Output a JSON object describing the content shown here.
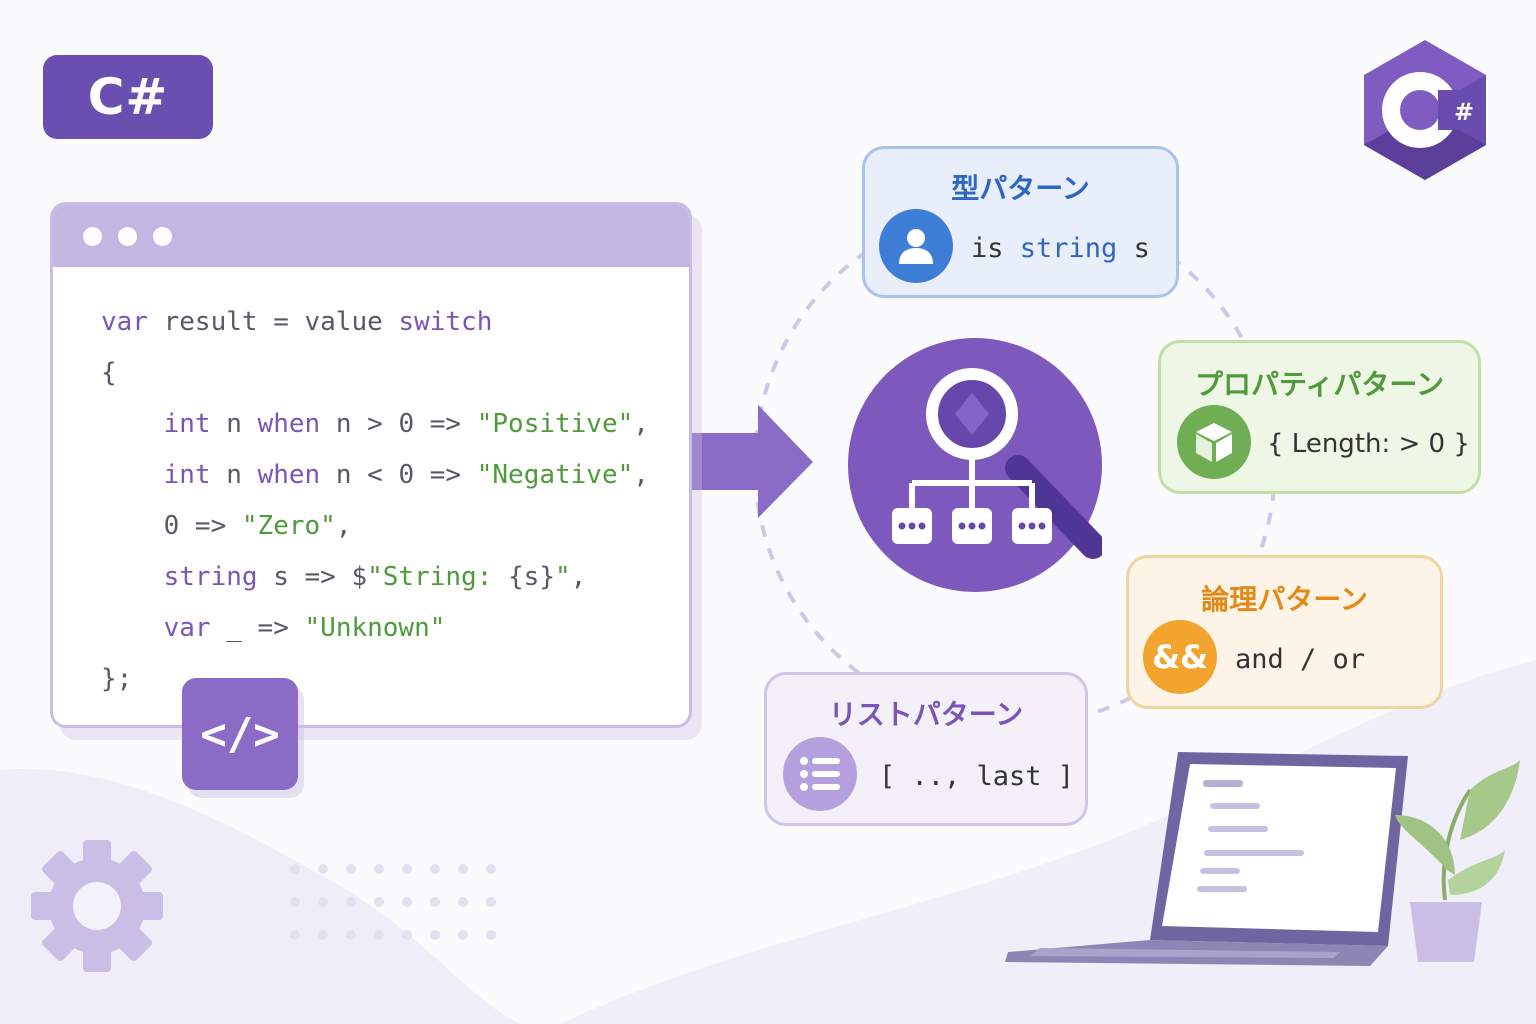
{
  "badge": {
    "label": "C#"
  },
  "code": {
    "lines": [
      [
        {
          "t": "var",
          "c": "kw"
        },
        {
          "t": " result = value ",
          "c": "plain"
        },
        {
          "t": "switch",
          "c": "kw"
        }
      ],
      [
        {
          "t": "{",
          "c": "plain"
        }
      ],
      [
        {
          "t": "    ",
          "c": "plain"
        },
        {
          "t": "int",
          "c": "kw"
        },
        {
          "t": " n ",
          "c": "plain"
        },
        {
          "t": "when",
          "c": "kw"
        },
        {
          "t": " n > 0 => ",
          "c": "plain"
        },
        {
          "t": "\"Positive\"",
          "c": "str"
        },
        {
          "t": ",",
          "c": "plain"
        }
      ],
      [
        {
          "t": "    ",
          "c": "plain"
        },
        {
          "t": "int",
          "c": "kw"
        },
        {
          "t": " n ",
          "c": "plain"
        },
        {
          "t": "when",
          "c": "kw"
        },
        {
          "t": " n < 0 => ",
          "c": "plain"
        },
        {
          "t": "\"Negative\"",
          "c": "str"
        },
        {
          "t": ",",
          "c": "plain"
        }
      ],
      [
        {
          "t": "    0 => ",
          "c": "plain"
        },
        {
          "t": "\"Zero\"",
          "c": "str"
        },
        {
          "t": ",",
          "c": "plain"
        }
      ],
      [
        {
          "t": "    ",
          "c": "plain"
        },
        {
          "t": "string",
          "c": "kw"
        },
        {
          "t": " s => $",
          "c": "plain"
        },
        {
          "t": "\"String: ",
          "c": "str"
        },
        {
          "t": "{s}",
          "c": "plain"
        },
        {
          "t": "\"",
          "c": "str"
        },
        {
          "t": ",",
          "c": "plain"
        }
      ],
      [
        {
          "t": "    ",
          "c": "plain"
        },
        {
          "t": "var",
          "c": "kw"
        },
        {
          "t": " _ => ",
          "c": "plain"
        },
        {
          "t": "\"Unknown\"",
          "c": "str"
        }
      ],
      [
        {
          "t": "};",
          "c": "plain"
        }
      ]
    ],
    "tag_label": "</>"
  },
  "patterns": {
    "type": {
      "title": "型パターン",
      "code_parts": [
        "is ",
        "string",
        " s"
      ],
      "icon": "user-icon"
    },
    "property": {
      "title": "プロパティパターン",
      "code": "{ Length: > 0 }",
      "icon": "cube-icon"
    },
    "logical": {
      "title": "論理パターン",
      "icon_label": "&&",
      "code": "and / or"
    },
    "list": {
      "title": "リストパターン",
      "code": "[ .., last ]",
      "icon": "list-icon"
    }
  },
  "logo": {
    "label": "#"
  },
  "colors": {
    "purple": "#6b4fb0",
    "type_blue": "#2e67c2",
    "property_green": "#4f9a3a",
    "logical_orange": "#e28a17",
    "list_purple": "#7a55b8"
  }
}
